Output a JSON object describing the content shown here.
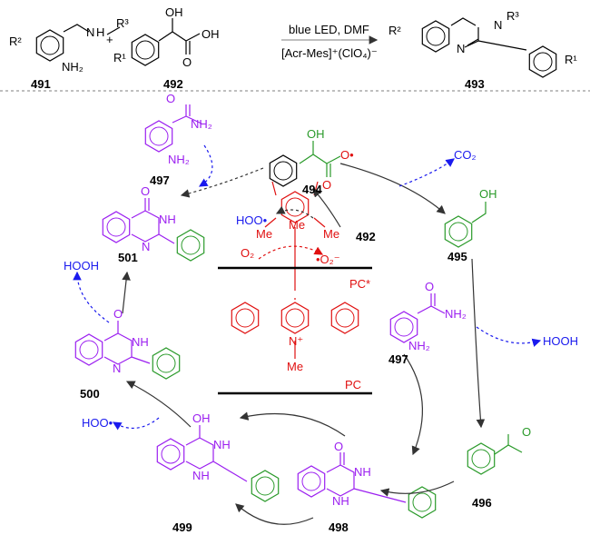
{
  "colors": {
    "purple": "#9b1ff0",
    "green": "#2a9a2a",
    "red": "#e01010",
    "blue": "#1a1aee"
  },
  "top": {
    "c491": "491",
    "c492": "492",
    "c493": "493",
    "cond1": "blue LED, DMF",
    "cond2": "[Acr-Mes]⁺(ClO₄)⁻",
    "r1": "R¹",
    "r2": "R²",
    "r3": "R³",
    "n": "N",
    "nh": "H",
    "nh2": "NH₂",
    "oh": "OH",
    "o": "O",
    "plus": "+"
  },
  "cycle": {
    "c497": "497",
    "c494": "494",
    "c501": "501",
    "c495": "495",
    "c500": "500",
    "c496": "496",
    "c498": "498",
    "c499": "499",
    "c492": "492",
    "nh2": "NH₂",
    "o": "O",
    "nh": "NH",
    "oh": "OH",
    "n": "N",
    "co2": "CO₂",
    "hooh": "HOOH",
    "hoo": "HOO•",
    "o2": "O₂",
    "o2rad": "•O₂⁻",
    "pc_star": "PC*",
    "pc": "PC",
    "me": "Me",
    "nplus": "N⁺",
    "odot": "O•"
  }
}
